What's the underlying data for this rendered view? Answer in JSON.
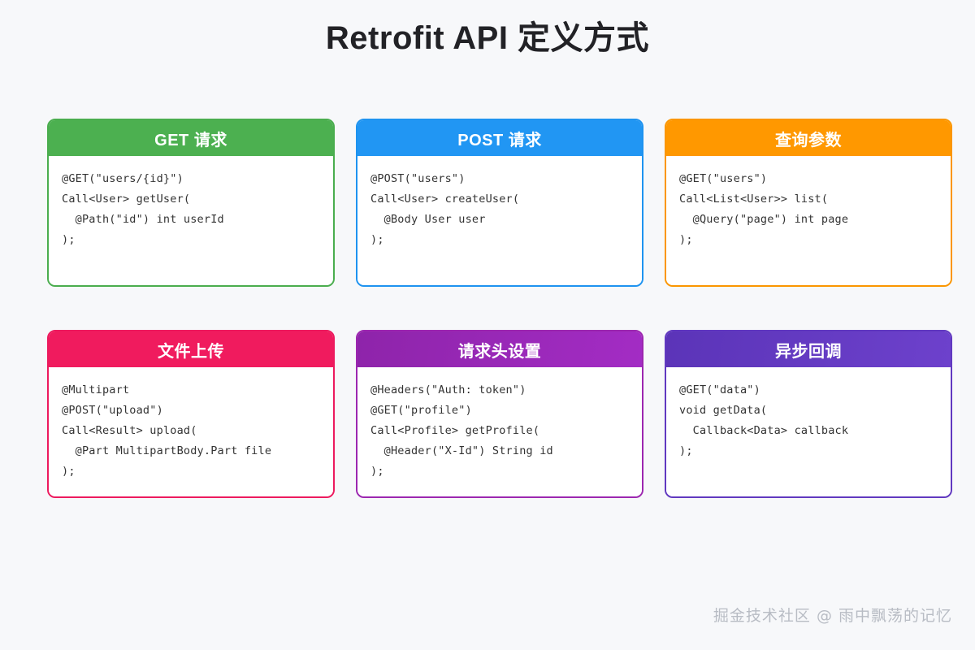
{
  "page": {
    "title": "Retrofit API 定义方式",
    "background_color": "#f7f8fa",
    "title_color": "#222226"
  },
  "cards": [
    {
      "id": "get-request",
      "title": "GET 请求",
      "accent_color": "#4cb050",
      "code": "@GET(\"users/{id}\")\nCall<User> getUser(\n  @Path(\"id\") int userId\n);"
    },
    {
      "id": "post-request",
      "title": "POST 请求",
      "accent_color": "#2196f3",
      "code": "@POST(\"users\")\nCall<User> createUser(\n  @Body User user\n);"
    },
    {
      "id": "query-params",
      "title": "查询参数",
      "accent_color": "#ff9800",
      "code": "@GET(\"users\")\nCall<List<User>> list(\n  @Query(\"page\") int page\n);"
    },
    {
      "id": "file-upload",
      "title": "文件上传",
      "accent_color": "#f01b5e",
      "code": "@Multipart\n@POST(\"upload\")\nCall<Result> upload(\n  @Part MultipartBody.Part file\n);"
    },
    {
      "id": "request-headers",
      "title": "请求头设置",
      "accent_color": "#9c27b0",
      "code": "@Headers(\"Auth: token\")\n@GET(\"profile\")\nCall<Profile> getProfile(\n  @Header(\"X-Id\") String id\n);"
    },
    {
      "id": "async-callback",
      "title": "异步回调",
      "accent_color": "#6139c0",
      "code": "@GET(\"data\")\nvoid getData(\n  Callback<Data> callback\n);"
    }
  ],
  "watermark": {
    "text": "掘金技术社区 @ 雨中飘荡的记忆"
  }
}
